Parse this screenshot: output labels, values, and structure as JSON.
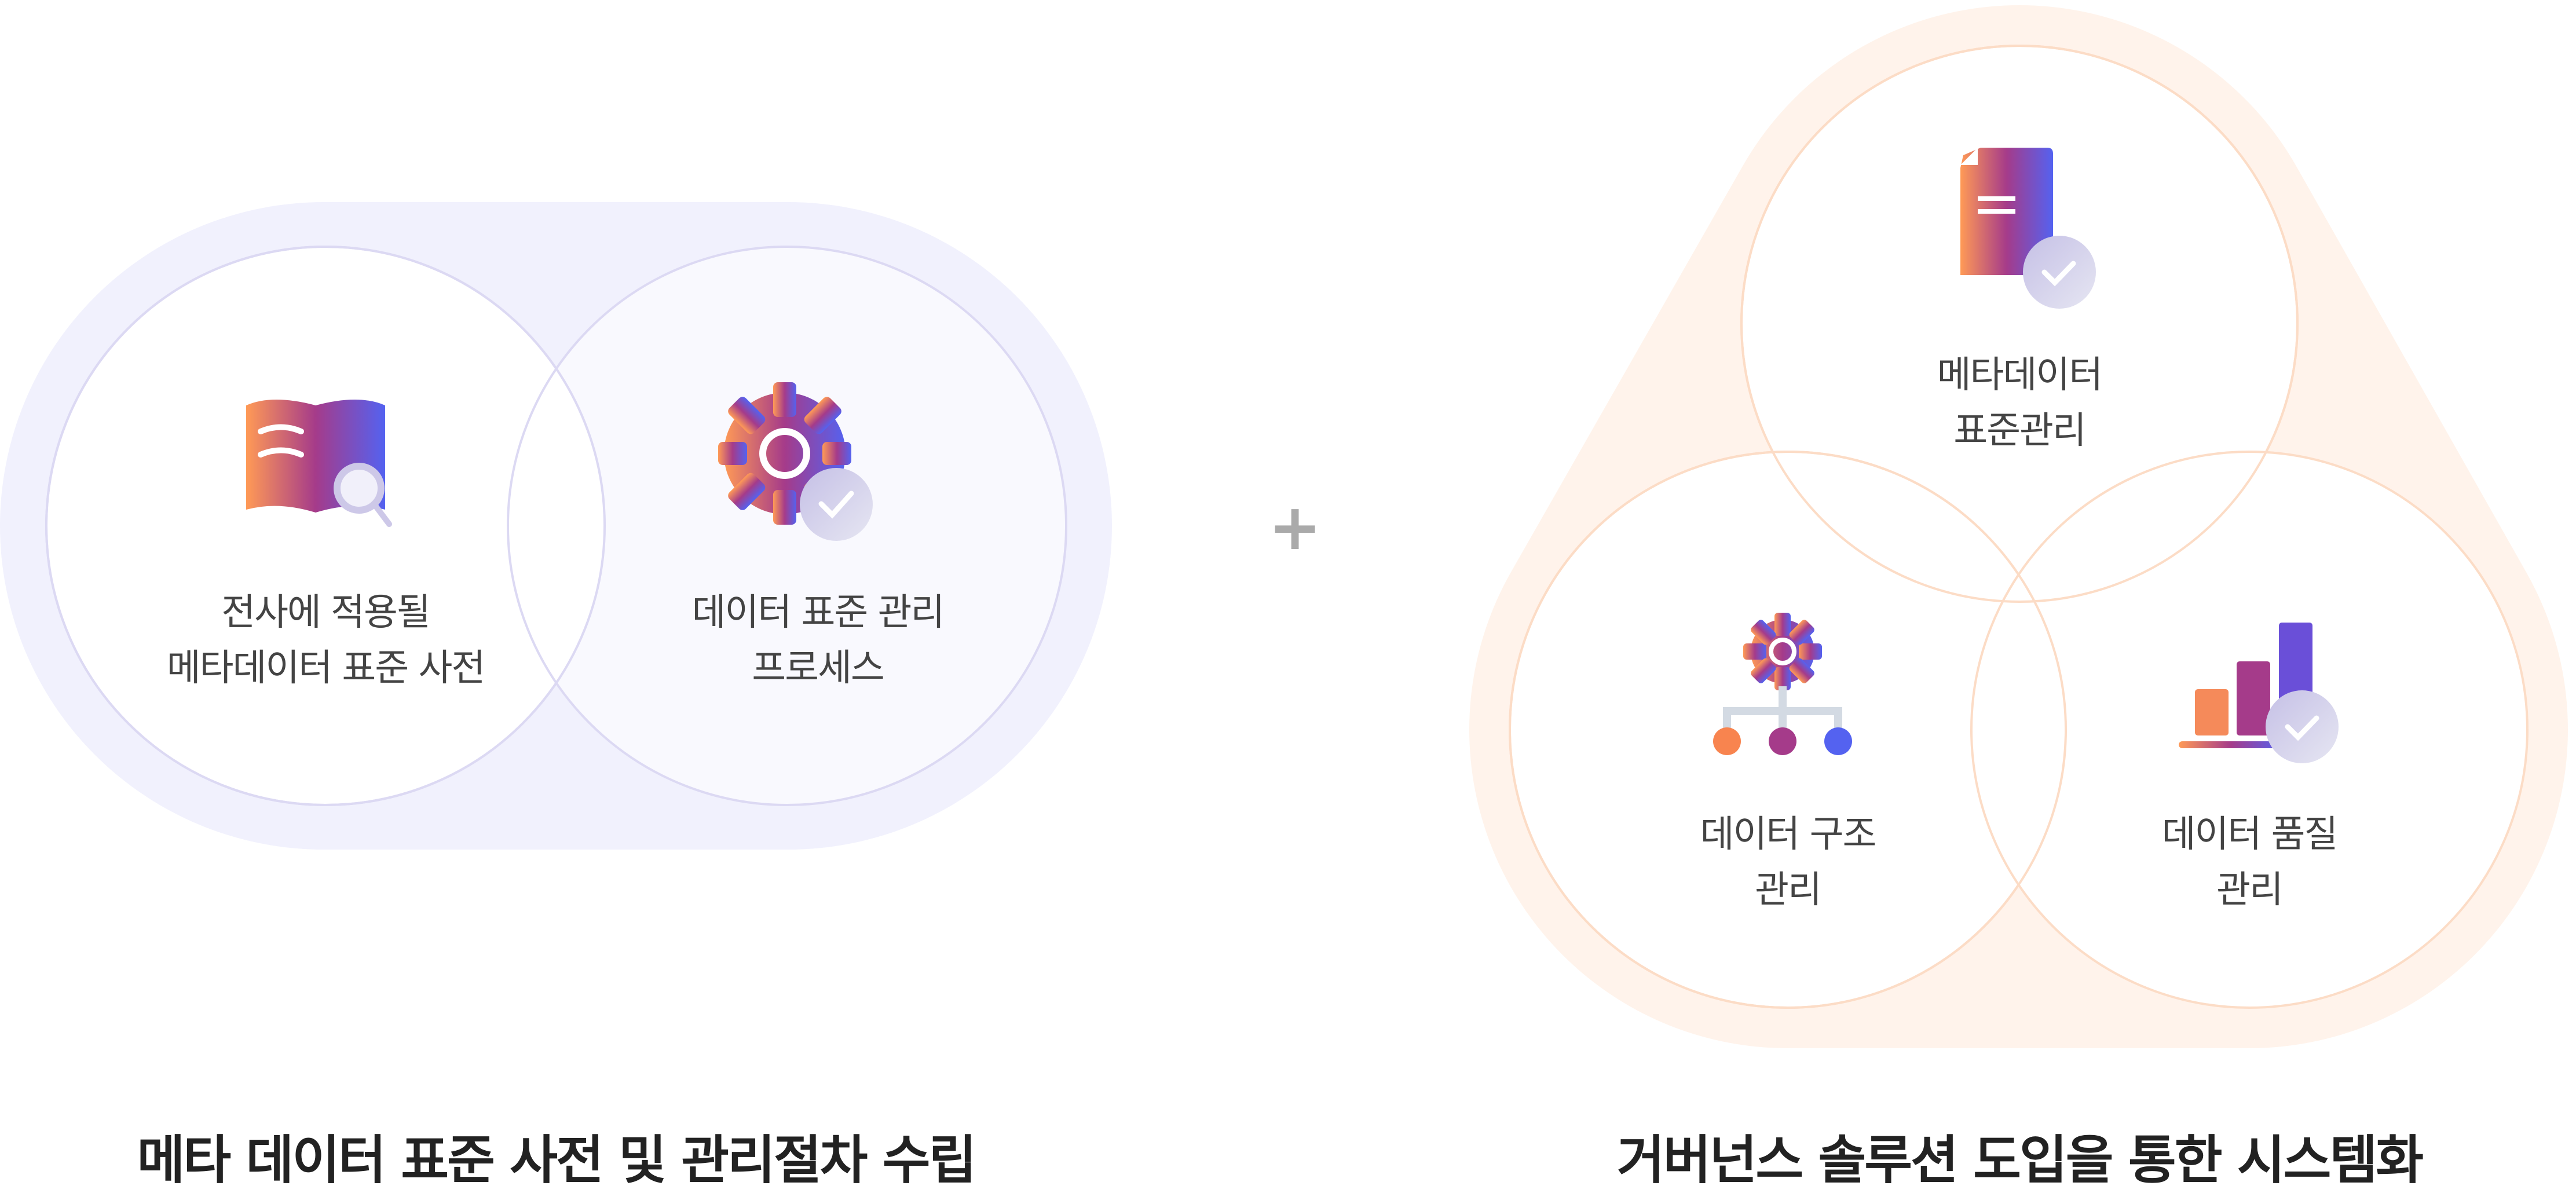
{
  "left_group": {
    "circles": [
      {
        "label_lines": [
          "전사에 적용될",
          "메타데이터 표준 사전"
        ],
        "icon": "book-search-icon"
      },
      {
        "label_lines": [
          "데이터 표준 관리",
          "프로세스"
        ],
        "icon": "gear-check-icon"
      }
    ],
    "title": "메타 데이터 표준 사전 및 관리절차 수립"
  },
  "connector": "+",
  "right_group": {
    "circles": [
      {
        "label_lines": [
          "메타데이터",
          "표준관리"
        ],
        "icon": "document-check-icon"
      },
      {
        "label_lines": [
          "데이터 구조",
          "관리"
        ],
        "icon": "gear-hierarchy-icon"
      },
      {
        "label_lines": [
          "데이터 품질",
          "관리"
        ],
        "icon": "bar-chart-check-icon"
      }
    ],
    "title": "거버넌스 솔루션 도입을 통한 시스템화"
  },
  "colors": {
    "gradient_start": "#ff9a56",
    "gradient_mid": "#a53b8a",
    "gradient_end": "#5462f0",
    "left_bg": "#f1f1fd",
    "right_bg": "#fff3eb"
  }
}
